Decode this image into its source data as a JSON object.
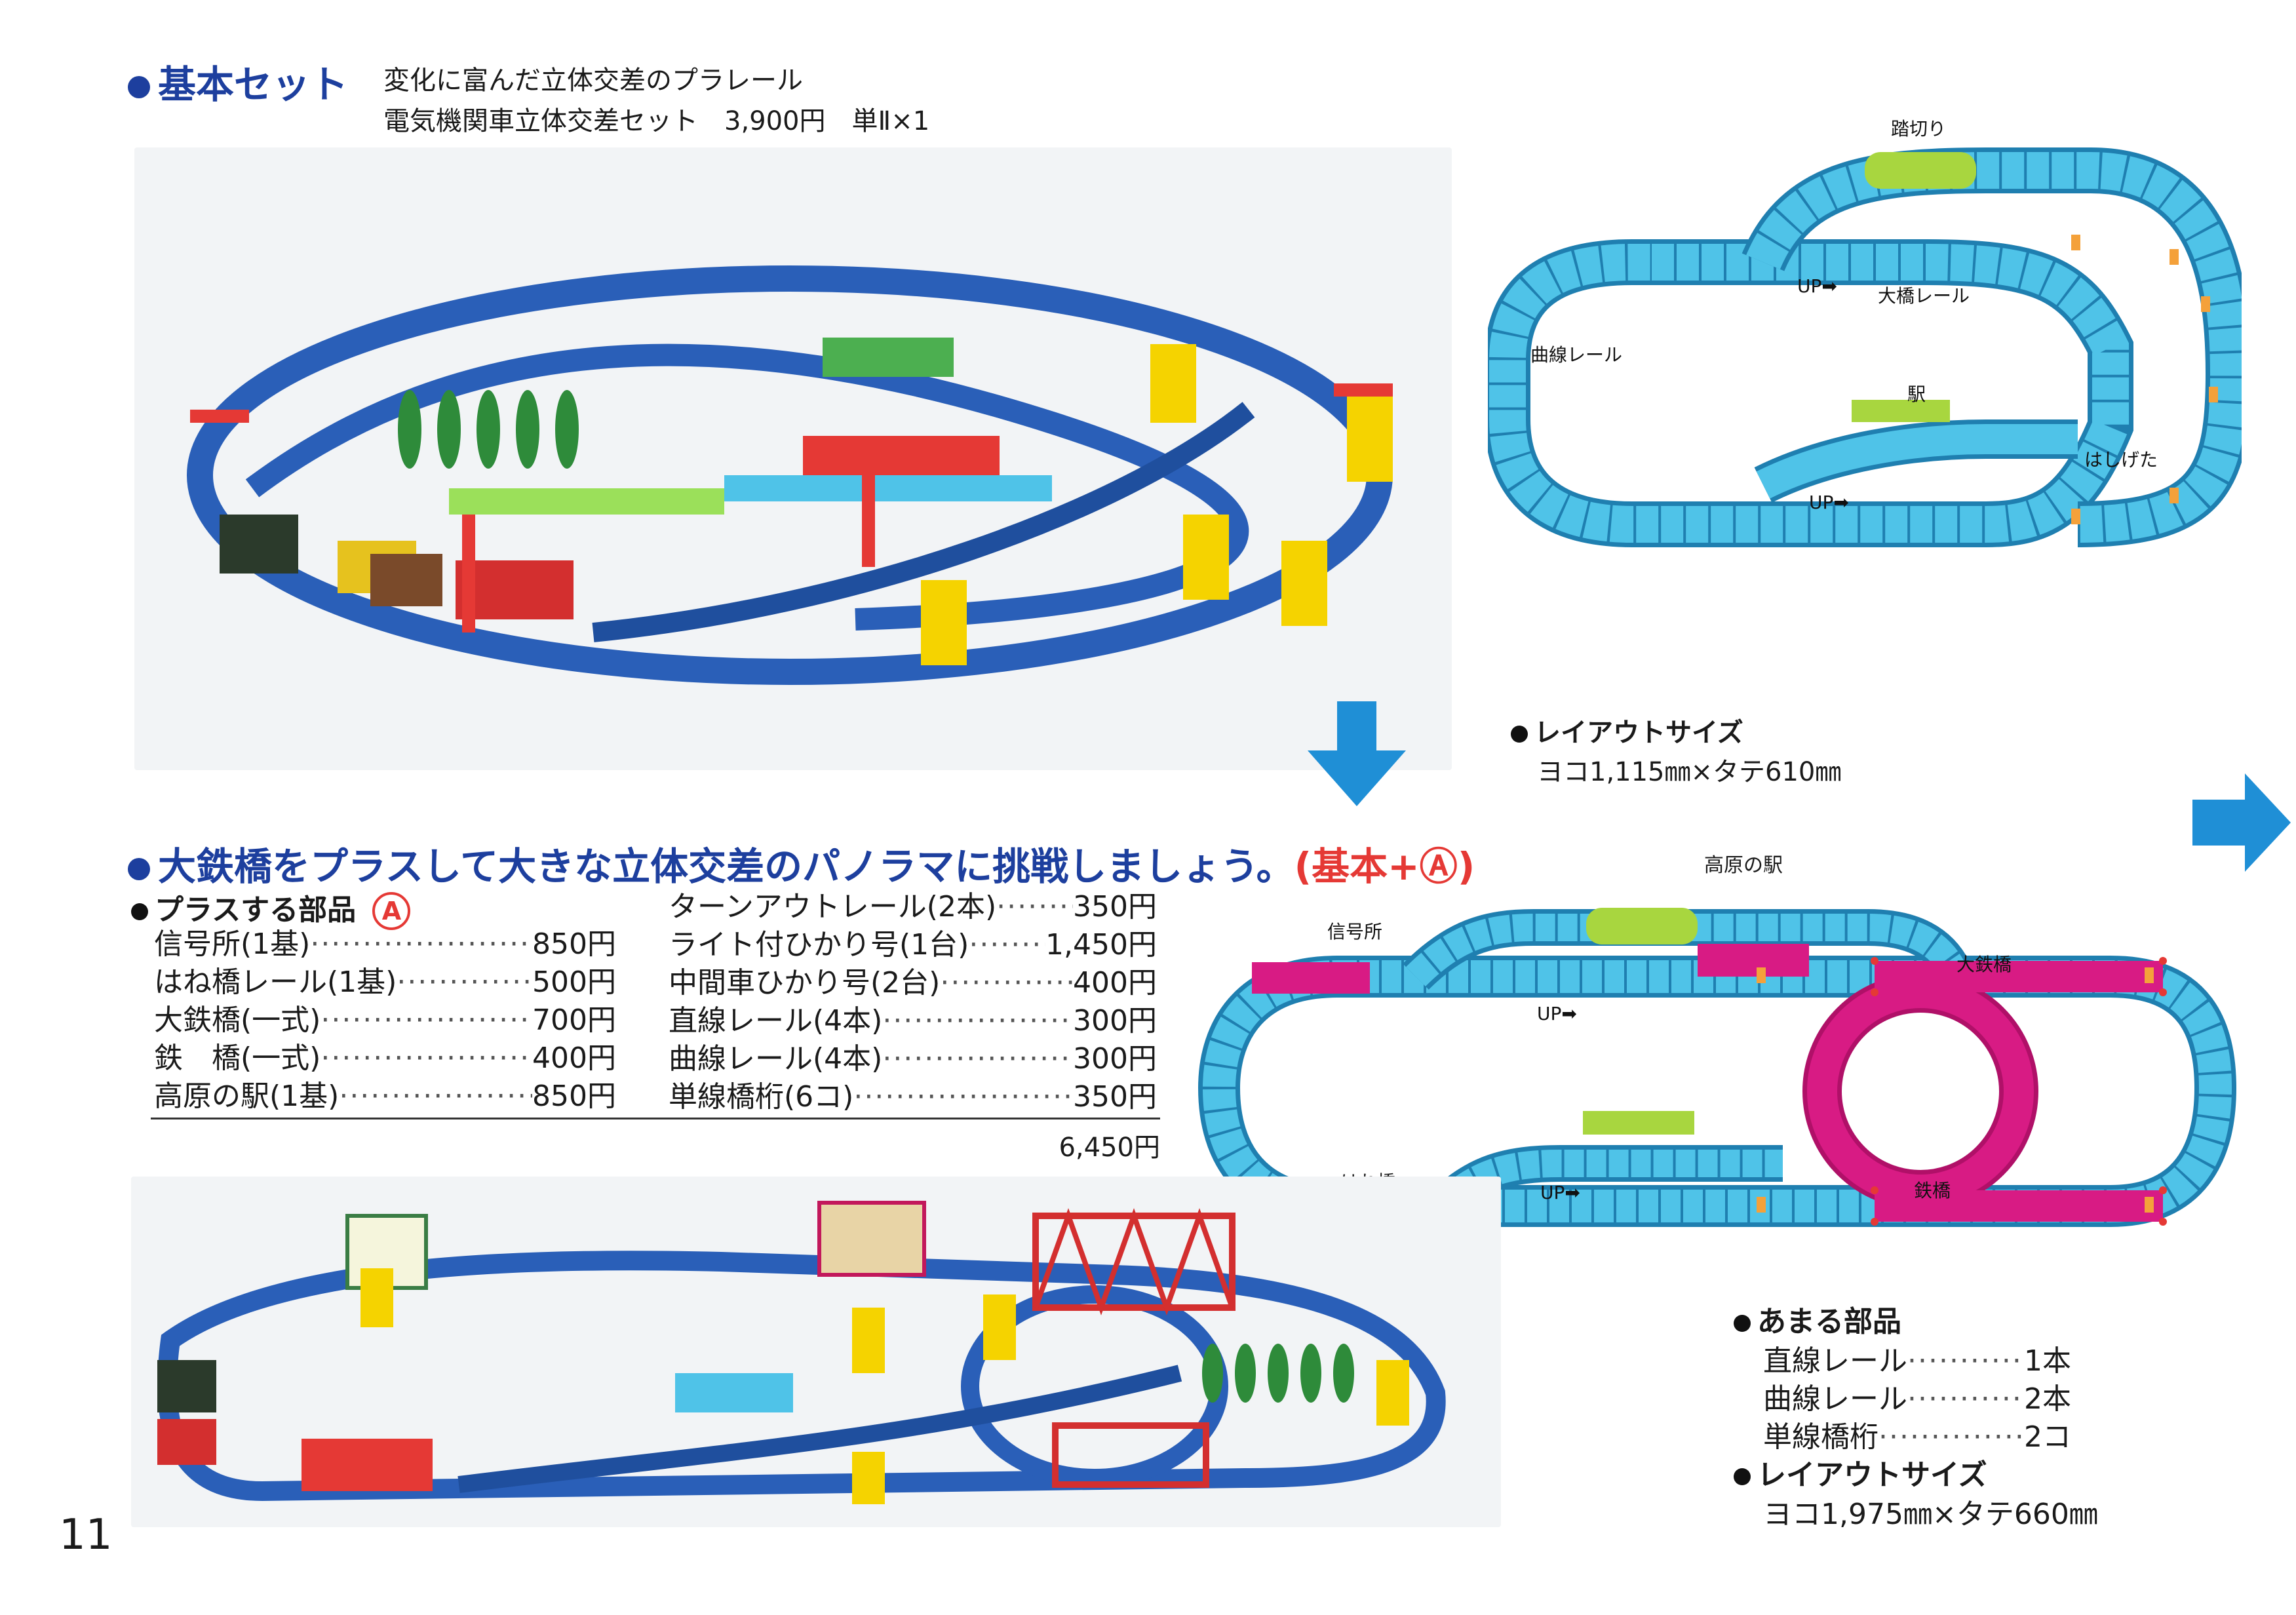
{
  "page_number": "11",
  "basic": {
    "heading": "基本セット",
    "desc1": "変化に富んだ立体交差のプラレール",
    "desc2": "電気機関車立体交差セット　3,900円　単Ⅱ×1"
  },
  "layout1": {
    "labels": {
      "crossing": "踏切り",
      "up1": "UP➡",
      "big_bridge": "大橋レール",
      "curve": "曲線レール",
      "station": "駅",
      "pier": "はしげた",
      "up2": "UP➡"
    },
    "size_heading": "レイアウトサイズ",
    "size_value": "ヨコ1,115㎜×タテ610㎜"
  },
  "plan_a": {
    "heading": "大鉄橋をプラスして大きな立体交差のパノラマに挑戦しましょう。",
    "heading_tag": "(基本+Ⓐ)",
    "parts_heading": "プラスする部品",
    "parts_badge": "A",
    "parts_left": [
      {
        "name": "信号所(1基)",
        "price": "850円"
      },
      {
        "name": "はね橋レール(1基)",
        "price": "500円"
      },
      {
        "name": "大鉄橋(一式)",
        "price": "700円"
      },
      {
        "name": "鉄　橋(一式)",
        "price": "400円"
      },
      {
        "name": "高原の駅(1基)",
        "price": "850円"
      }
    ],
    "parts_right": [
      {
        "name": "ターンアウトレール(2本)",
        "price": "350円"
      },
      {
        "name": "ライト付ひかり号(1台)",
        "price": "1,450円"
      },
      {
        "name": "中間車ひかり号(2台)",
        "price": "400円"
      },
      {
        "name": "直線レール(4本)",
        "price": "300円"
      },
      {
        "name": "曲線レール(4本)",
        "price": "300円"
      },
      {
        "name": "単線橋桁(6コ)",
        "price": "350円"
      }
    ],
    "total": "6,450円"
  },
  "layout2": {
    "labels": {
      "highland_station": "高原の駅",
      "signal_box": "信号所",
      "big_iron_bridge": "大鉄橋",
      "up1": "UP➡",
      "drawbridge": "はね橋",
      "up2": "UP➡",
      "iron_bridge": "鉄橋"
    },
    "spare_heading": "あまる部品",
    "spare": [
      {
        "name": "直線レール",
        "qty": "1本"
      },
      {
        "name": "曲線レール",
        "qty": "2本"
      },
      {
        "name": "単線橋桁",
        "qty": "2コ"
      }
    ],
    "size_heading": "レイアウトサイズ",
    "size_value": "ヨコ1,975㎜×タテ660㎜"
  },
  "colors": {
    "heading_blue": "#1d3f9e",
    "track_cyan": "#4fc3e8",
    "track_edge": "#1f7fb0",
    "magenta": "#d81b84",
    "lime": "#a8d63f",
    "arrow_blue": "#1f8fd6",
    "accent_red": "#e53935"
  }
}
